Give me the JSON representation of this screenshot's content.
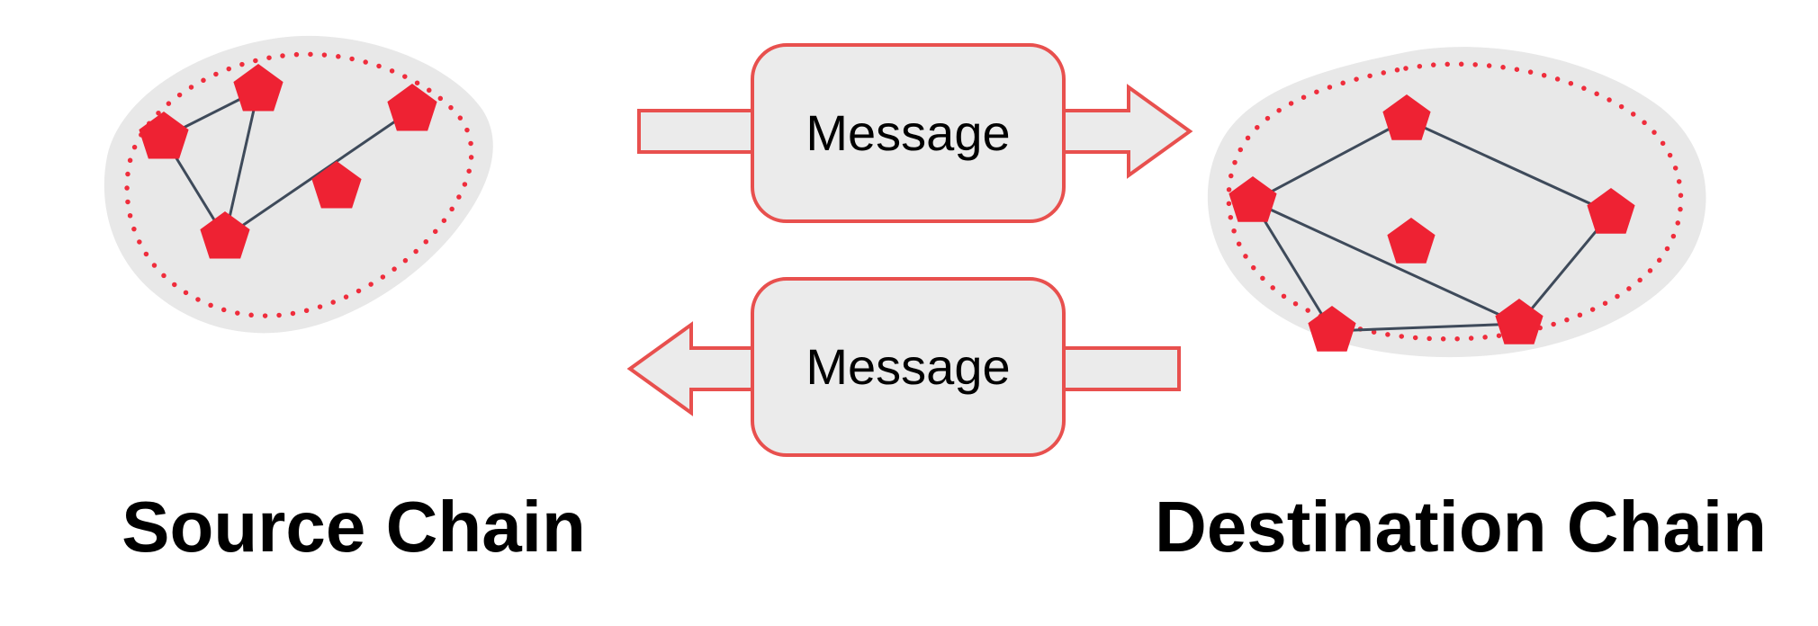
{
  "diagram": {
    "source_chain": {
      "label": "Source Chain"
    },
    "destination_chain": {
      "label": "Destination Chain"
    },
    "messages": [
      {
        "label": "Message",
        "direction": "source-to-destination"
      },
      {
        "label": "Message",
        "direction": "destination-to-source"
      }
    ],
    "colors": {
      "background": "#FFFFFF",
      "blob_gray": "#E8E8E8",
      "box_fill": "#EBEBEB",
      "accent_red": "#E8504E",
      "dotted_red": "#EF2D3C",
      "node_red": "#EE2233",
      "edge_dark": "#3E4A5A",
      "text_black": "#000000"
    }
  }
}
